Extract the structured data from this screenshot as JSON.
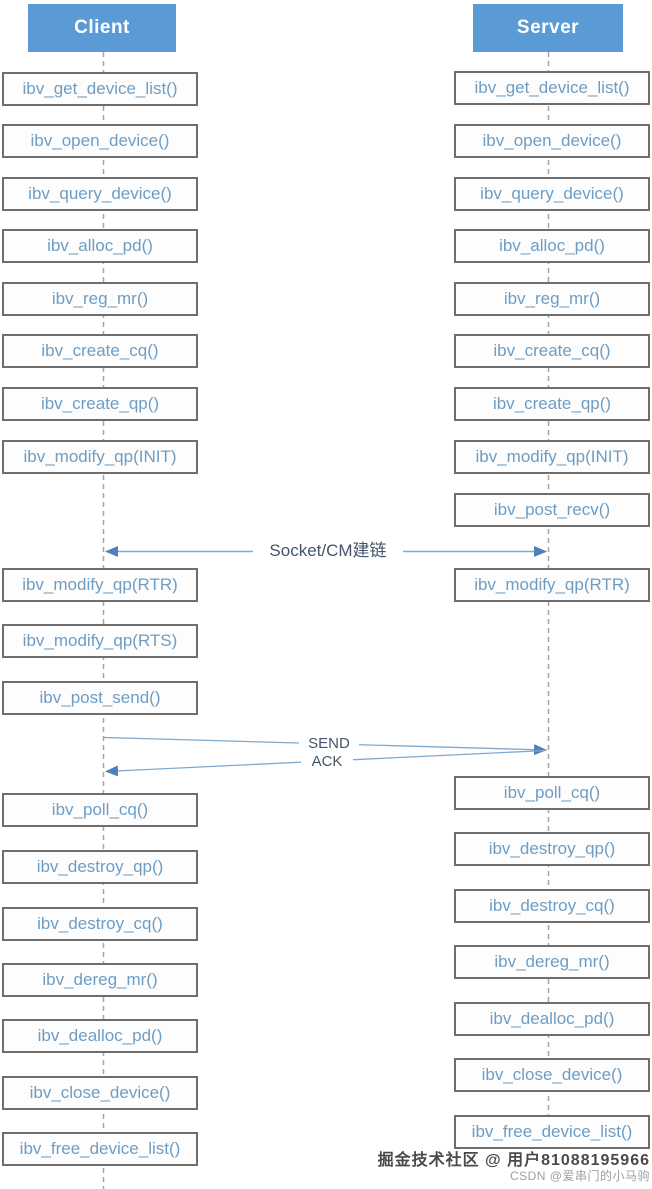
{
  "diagram": {
    "client": {
      "title": "Client",
      "steps": [
        "ibv_get_device_list()",
        "ibv_open_device()",
        "ibv_query_device()",
        "ibv_alloc_pd()",
        "ibv_reg_mr()",
        "ibv_create_cq()",
        "ibv_create_qp()",
        "ibv_modify_qp(INIT)",
        "ibv_modify_qp(RTR)",
        "ibv_modify_qp(RTS)",
        "ibv_post_send()",
        "ibv_poll_cq()",
        "ibv_destroy_qp()",
        "ibv_destroy_cq()",
        "ibv_dereg_mr()",
        "ibv_dealloc_pd()",
        "ibv_close_device()",
        "ibv_free_device_list()"
      ]
    },
    "server": {
      "title": "Server",
      "steps": [
        "ibv_get_device_list()",
        "ibv_open_device()",
        "ibv_query_device()",
        "ibv_alloc_pd()",
        "ibv_reg_mr()",
        "ibv_create_cq()",
        "ibv_create_qp()",
        "ibv_modify_qp(INIT)",
        "ibv_post_recv()",
        "ibv_modify_qp(RTR)",
        "ibv_poll_cq()",
        "ibv_destroy_qp()",
        "ibv_destroy_cq()",
        "ibv_dereg_mr()",
        "ibv_dealloc_pd()",
        "ibv_close_device()",
        "ibv_free_device_list()"
      ]
    },
    "messages": {
      "connect": {
        "label": "Socket/CM建链",
        "direction": "bidirectional"
      },
      "send": {
        "label": "SEND",
        "direction": "client-to-server"
      },
      "ack": {
        "label": "ACK",
        "direction": "server-to-client"
      }
    },
    "watermark": {
      "line1": "掘金技术社区 @ 用户81088195966",
      "line2": "CSDN @爱串门的小马驹"
    },
    "colors": {
      "header_bg": "#5B9BD5",
      "header_text": "#FFFFFF",
      "box_border": "#6E6E6E",
      "box_bg": "#FDFDFD",
      "box_text": "#6E9DC4",
      "lifeline": "#A6A6A6",
      "arrow_line": "#7FA9CF",
      "arrow_head": "#4E81BD",
      "message_text": "#44546A",
      "watermark1": "#4A4A4A",
      "watermark2": "#9AA0A6"
    }
  }
}
